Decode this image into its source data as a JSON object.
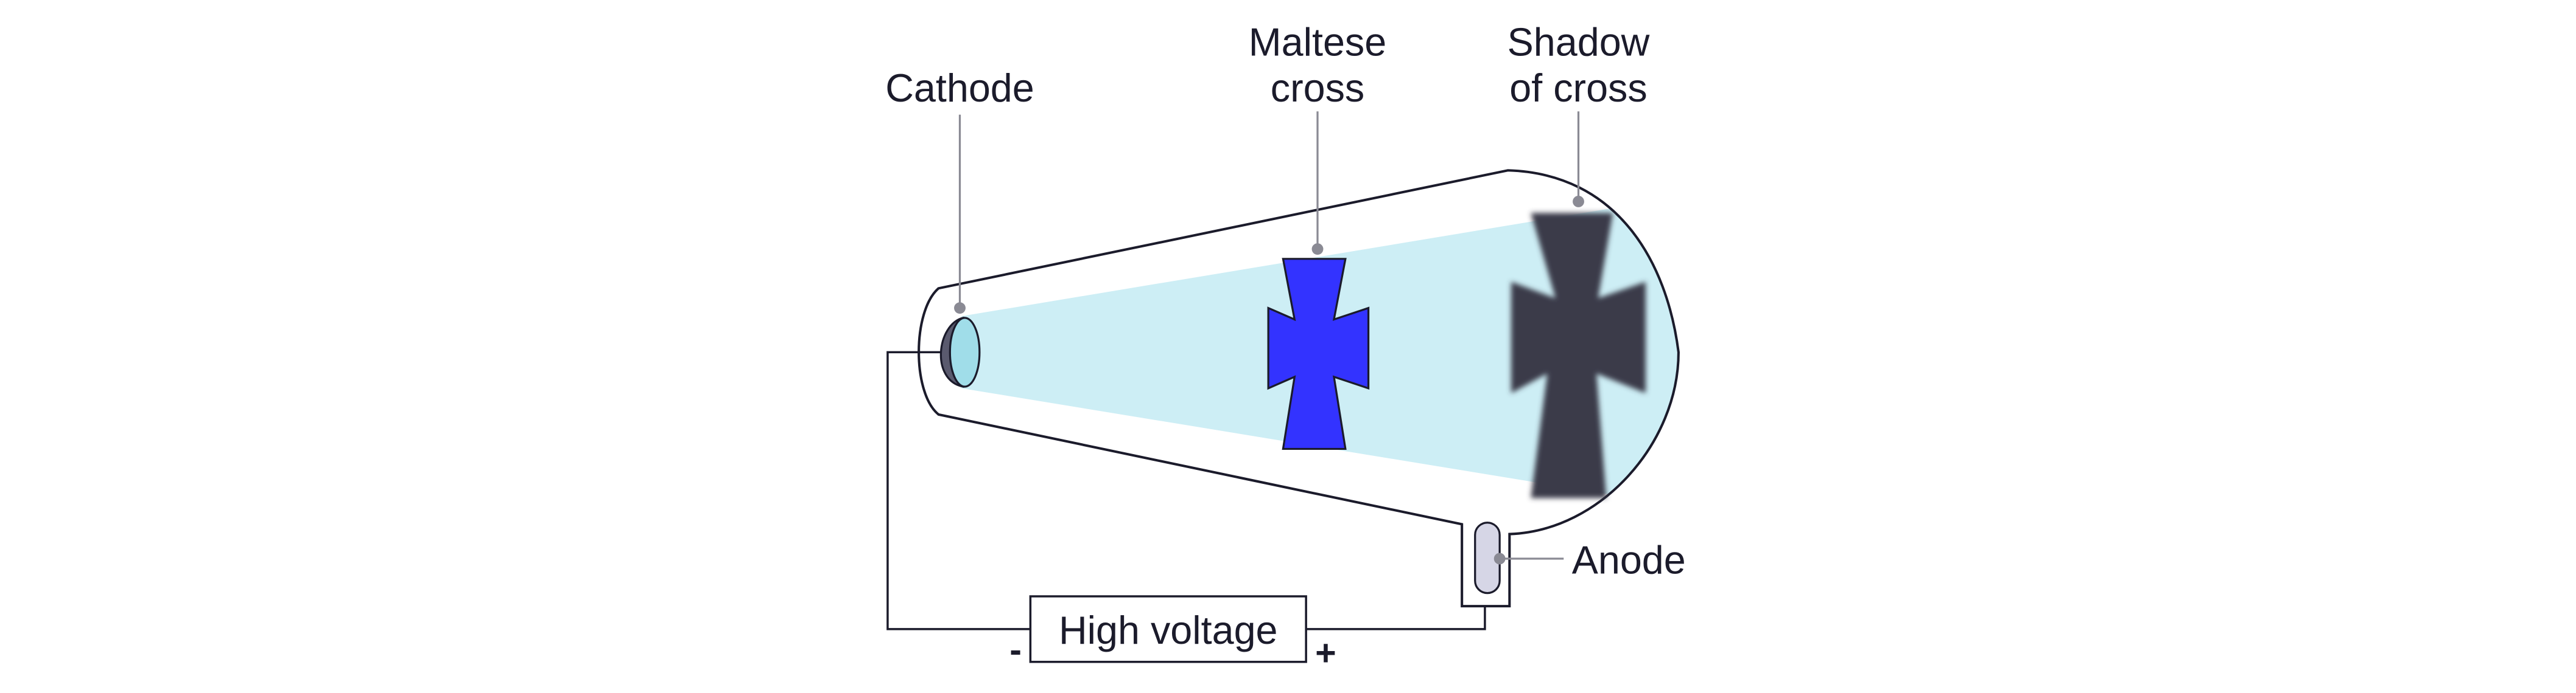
{
  "labels": {
    "cathode": "Cathode",
    "maltese_line1": "Maltese",
    "maltese_line2": "cross",
    "shadow_line1": "Shadow",
    "shadow_line2": "of cross",
    "anode": "Anode",
    "high_voltage": "High voltage",
    "minus": "-",
    "plus": "+"
  },
  "colors": {
    "beam": "#cdeef5",
    "cross": "#3333ff",
    "shadow": "#3b3a48",
    "cathode": "#a0dde9",
    "anode": "#d6d6e6",
    "leader": "#8a8a94"
  }
}
